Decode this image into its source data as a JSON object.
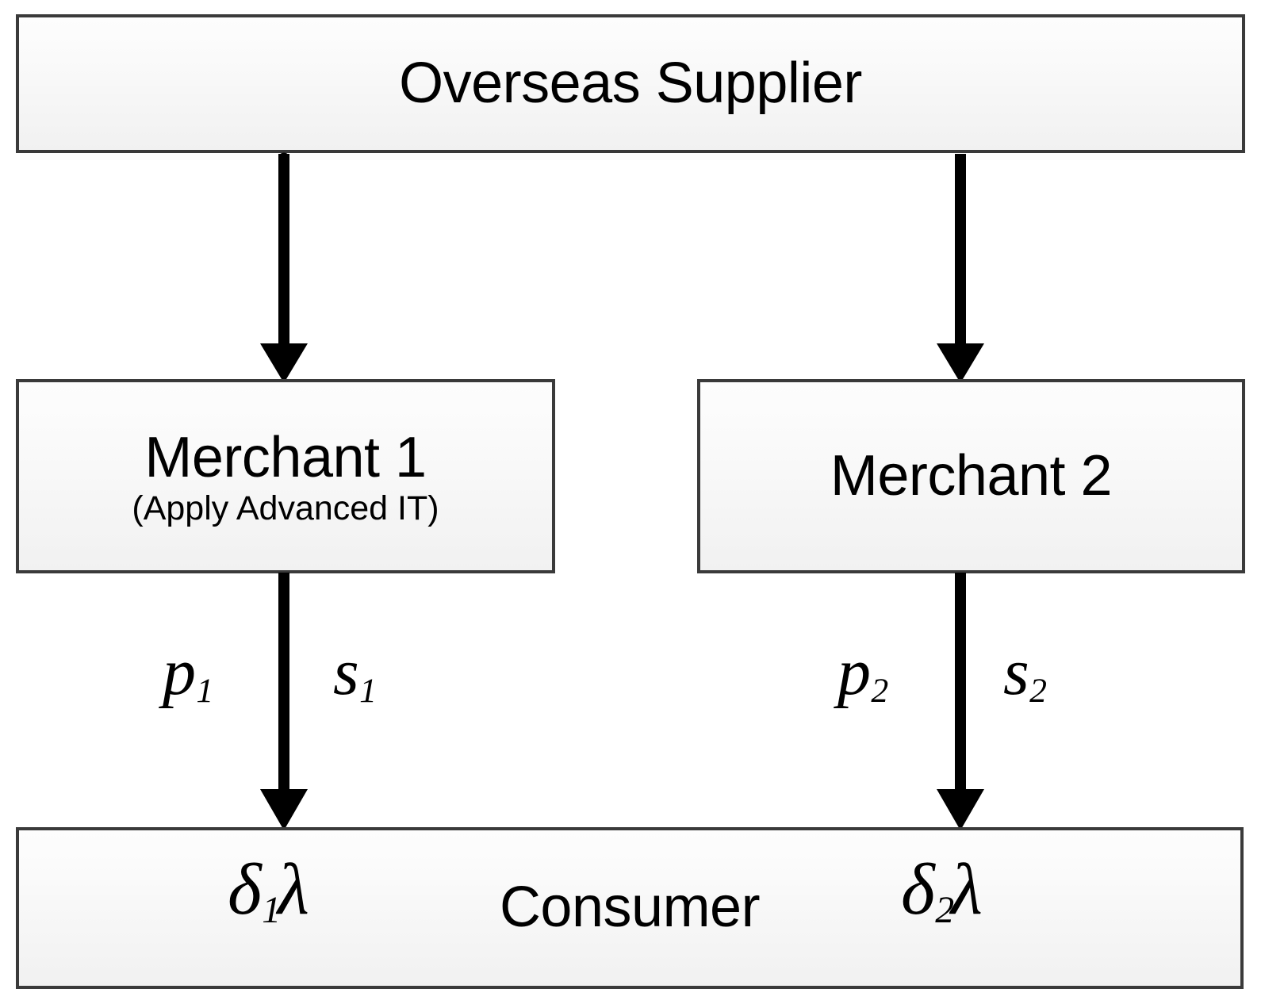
{
  "diagram": {
    "title_text_present": false,
    "nodes": [
      {
        "id": "supplier",
        "label": "Overseas Supplier",
        "sublabel": ""
      },
      {
        "id": "merchant1",
        "label": "Merchant 1",
        "sublabel": "(Apply Advanced IT)"
      },
      {
        "id": "merchant2",
        "label": "Merchant 2",
        "sublabel": ""
      },
      {
        "id": "consumer",
        "label": "Consumer",
        "sublabel": ""
      }
    ],
    "edges": [
      {
        "id": "supplier-to-merchant1",
        "from": "supplier",
        "to": "merchant1",
        "labels": []
      },
      {
        "id": "supplier-to-merchant2",
        "from": "supplier",
        "to": "merchant2",
        "labels": []
      },
      {
        "id": "merchant1-to-consumer",
        "from": "merchant1",
        "to": "consumer",
        "labels": [
          "p1",
          "s1"
        ]
      },
      {
        "id": "merchant2-to-consumer",
        "from": "merchant2",
        "to": "consumer",
        "labels": [
          "p2",
          "s2"
        ]
      }
    ],
    "math_labels": {
      "p1": {
        "base": "p",
        "sub": "1"
      },
      "s1": {
        "base": "s",
        "sub": "1"
      },
      "p2": {
        "base": "p",
        "sub": "2"
      },
      "s2": {
        "base": "s",
        "sub": "2"
      },
      "delta1_lambda": {
        "base": "δ",
        "sub": "1",
        "suffix": "λ"
      },
      "delta2_lambda": {
        "base": "δ",
        "sub": "2",
        "suffix": "λ"
      }
    },
    "colors": {
      "background": "#ffffff",
      "box_border": "#3a3a3a",
      "box_fill_top": "#fdfdfd",
      "box_fill_bottom": "#f1f1f1",
      "arrow": "#000000",
      "text": "#000000",
      "shadow_dots": "#969696"
    }
  }
}
